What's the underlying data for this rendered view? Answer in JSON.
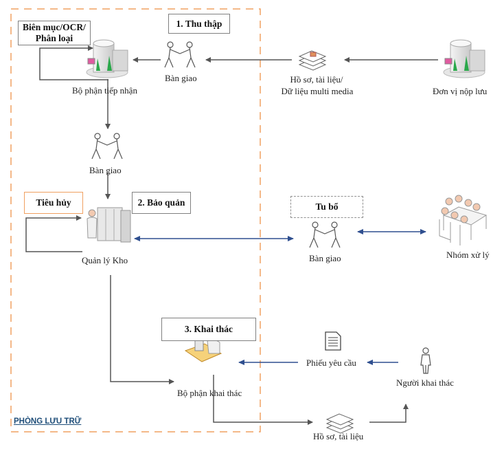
{
  "zone": {
    "label": "PHÒNG LƯU TRỮ"
  },
  "stages": {
    "collect": "1. Thu thập",
    "preserve": "2. Bảo quản",
    "exploit": "3. Khai thác"
  },
  "processes": {
    "catalog": "Biên mục/OCR/\nPhân loại",
    "destroy": "Tiêu hủy",
    "restore": "Tu bổ"
  },
  "nodes": {
    "reception": "Bộ phận tiếp nhận",
    "handover_1": "Bàn giao",
    "documents_media_line1": "Hồ sơ, tài liệu/",
    "documents_media_line2": "Dữ liệu multi media",
    "submitting_unit": "Đơn vị nộp lưu",
    "handover_2": "Bàn giao",
    "warehouse": "Quản lý Kho",
    "handover_3": "Bàn giao",
    "processing_group": "Nhóm xử lý",
    "exploit_dept": "Bộ phận khai thác",
    "request_form": "Phiếu yêu cầu",
    "user": "Người khai thác",
    "documents": "Hồ sơ, tài liệu"
  },
  "colors": {
    "zone_border": "#f0a060",
    "flow_gray": "#555555",
    "flow_blue": "#2f4f8f",
    "zone_label": "#1f4e79"
  }
}
